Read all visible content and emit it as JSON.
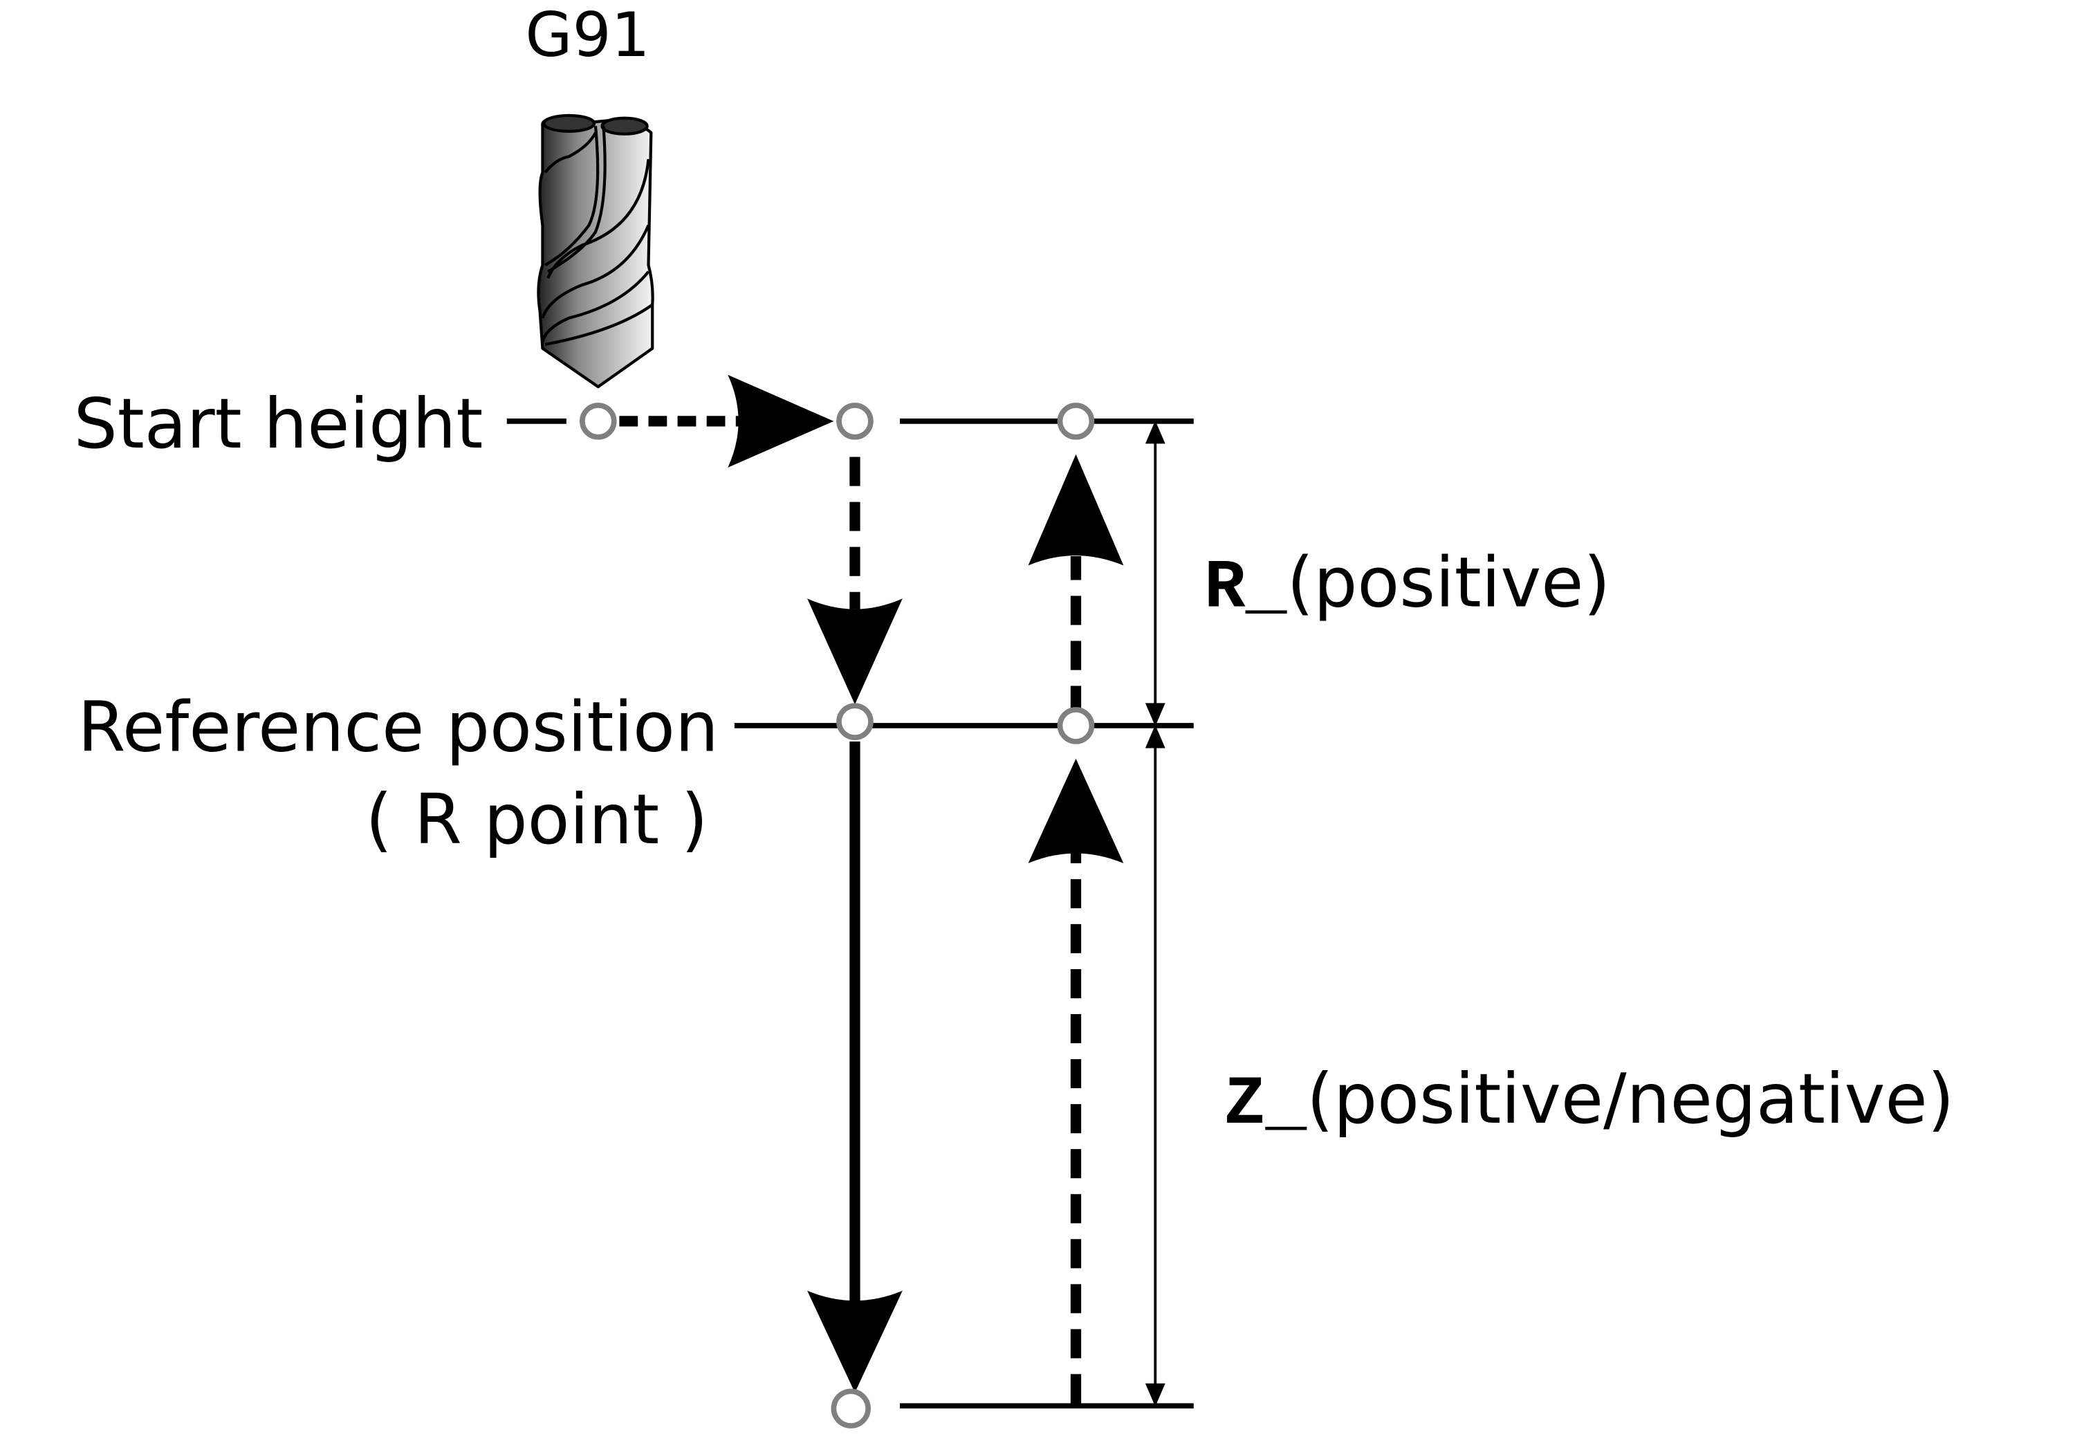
{
  "title": "G91",
  "labels": {
    "start_height": "Start height",
    "reference_position": "Reference position",
    "r_point": "( R point )",
    "r_param": "R_",
    "r_param_note": "(positive)",
    "z_param": "Z_",
    "z_param_note": "(positive/negative)"
  },
  "colors": {
    "line": "#000000",
    "point_marker": "#808080",
    "tool_dark": "#333333",
    "tool_light": "#f2f2f2"
  }
}
